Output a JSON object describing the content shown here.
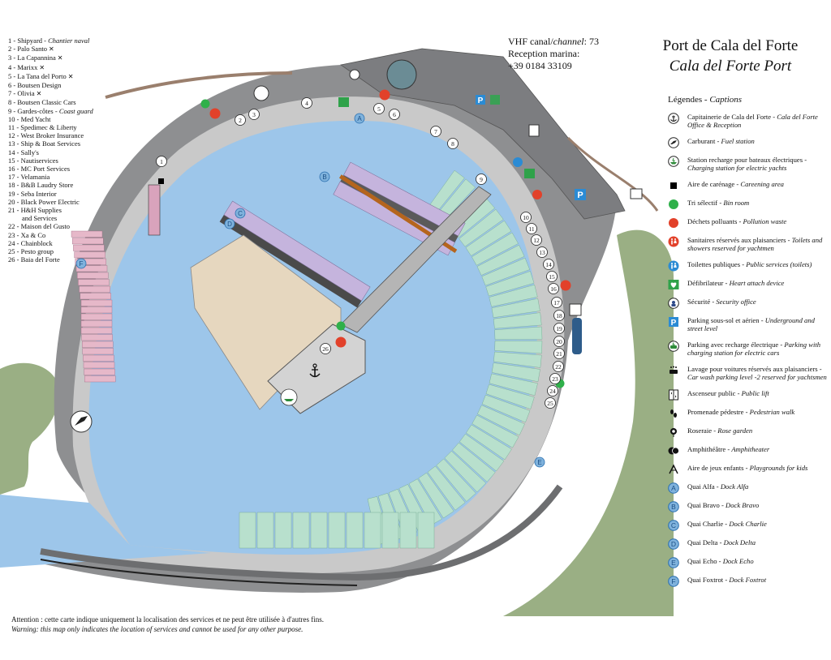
{
  "services": [
    {
      "num": "1",
      "fr": "Shipyard",
      "en": "Chantier naval",
      "rest": false
    },
    {
      "num": "2",
      "fr": "Palo Santo",
      "en": "",
      "rest": true
    },
    {
      "num": "3",
      "fr": "La Capannina",
      "en": "",
      "rest": true
    },
    {
      "num": "4",
      "fr": "Marixx",
      "en": "",
      "rest": true
    },
    {
      "num": "5",
      "fr": "La Tana del Porto",
      "en": "",
      "rest": true
    },
    {
      "num": "6",
      "fr": "Boutsen Design",
      "en": "",
      "rest": false
    },
    {
      "num": "7",
      "fr": "Olivia",
      "en": "",
      "rest": true
    },
    {
      "num": "8",
      "fr": "Boutsen Classic Cars",
      "en": "",
      "rest": false
    },
    {
      "num": "9",
      "fr": "Gardes-côtes",
      "en": "Coast guard",
      "rest": false
    },
    {
      "num": "10",
      "fr": "Med Yacht",
      "en": "",
      "rest": false
    },
    {
      "num": "11",
      "fr": "Spedimec & Liberty",
      "en": "",
      "rest": false
    },
    {
      "num": "12",
      "fr": "West Broker Insurance",
      "en": "",
      "rest": false
    },
    {
      "num": "13",
      "fr": "Ship & Boat Services",
      "en": "",
      "rest": false
    },
    {
      "num": "14",
      "fr": "Sally's",
      "en": "",
      "rest": false
    },
    {
      "num": "15",
      "fr": "Nautiservices",
      "en": "",
      "rest": false
    },
    {
      "num": "16",
      "fr": "MC Port Services",
      "en": "",
      "rest": false
    },
    {
      "num": "17",
      "fr": "Velamania",
      "en": "",
      "rest": false
    },
    {
      "num": "18",
      "fr": "B&B Laudry Store",
      "en": "",
      "rest": false
    },
    {
      "num": "19",
      "fr": "Seba Interior",
      "en": "",
      "rest": false
    },
    {
      "num": "20",
      "fr": "Black Power Electric",
      "en": "",
      "rest": false
    },
    {
      "num": "21",
      "fr": "H&H Supplies",
      "en": "",
      "rest": false,
      "cont": "and Services"
    },
    {
      "num": "22",
      "fr": "Maison del Gusto",
      "en": "",
      "rest": false
    },
    {
      "num": "23",
      "fr": "Xa & Co",
      "en": "",
      "rest": false
    },
    {
      "num": "24",
      "fr": "Chainblock",
      "en": "",
      "rest": false
    },
    {
      "num": "25",
      "fr": "Pesto group",
      "en": "",
      "rest": false
    },
    {
      "num": "26",
      "fr": "Baia del Forte",
      "en": "",
      "rest": false
    }
  ],
  "restaurant_icon": "fork-knife-icon",
  "vhf": {
    "line1_a": "VHF canal/",
    "line1_b": "channel",
    "line1_c": ": 73",
    "line2": "Reception marina:",
    "line3": "+39 0184 33109"
  },
  "title": {
    "fr": "Port de Cala del Forte",
    "en": "Cala del Forte Port"
  },
  "legend_title": {
    "fr": "Légendes",
    "en": "Captions"
  },
  "legend": [
    {
      "icon": "anchor-icon",
      "fr": "Capitainerie de Cala del Forte",
      "en": "Cala del Forte Office & Reception"
    },
    {
      "icon": "fuel-nozzle-icon",
      "fr": "Carburant",
      "en": "Fuel station"
    },
    {
      "icon": "boat-charging-icon",
      "fr": "Station recharge pour bateaux électriques",
      "en": "Charging station for electric yachts"
    },
    {
      "icon": "black-square-icon",
      "fr": "Aire de carénage",
      "en": "Careening area"
    },
    {
      "icon": "green-dot-icon",
      "fr": "Tri sélectif",
      "en": "Bin room"
    },
    {
      "icon": "red-dot-icon",
      "fr": "Déchets polluants",
      "en": "Pollution waste"
    },
    {
      "icon": "restroom-red-icon",
      "fr": "Sanitaires réservés aux plaisanciers",
      "en": "Toilets and showers reserved for yachtmen"
    },
    {
      "icon": "restroom-blue-icon",
      "fr": "Toilettes publiques",
      "en": "Public services (toilets)"
    },
    {
      "icon": "defibrillator-icon",
      "fr": "Défibrilateur",
      "en": "Heart attach device"
    },
    {
      "icon": "security-icon",
      "fr": "Sécurité",
      "en": "Security office"
    },
    {
      "icon": "parking-icon",
      "fr": "Parking sous-sol et aérien",
      "en": "Underground and street level"
    },
    {
      "icon": "ev-parking-icon",
      "fr": "Parking avec recharge électrique",
      "en": "Parking with charging station for electric cars"
    },
    {
      "icon": "car-wash-icon",
      "fr": "Lavage pour voitures réservés aux plaisanciers",
      "en": "Car wash parking level -2 reserved for yachtsmen"
    },
    {
      "icon": "elevator-icon",
      "fr": "Ascenseur public",
      "en": "Public lift"
    },
    {
      "icon": "footprints-icon",
      "fr": "Promenade pédestre",
      "en": "Pedestrian walk"
    },
    {
      "icon": "rose-icon",
      "fr": "Roseraie",
      "en": "Rose garden"
    },
    {
      "icon": "theater-masks-icon",
      "fr": "Amphithéâtre",
      "en": "Amphitheater"
    },
    {
      "icon": "playground-icon",
      "fr": "Aire de jeux enfants",
      "en": "Playgrounds for kids"
    },
    {
      "icon": "dock-a-icon",
      "fr": "Quai Alfa",
      "en": "Dock Alfa",
      "letter": "A"
    },
    {
      "icon": "dock-b-icon",
      "fr": "Quai Bravo",
      "en": "Dock Bravo",
      "letter": "B"
    },
    {
      "icon": "dock-c-icon",
      "fr": "Quai Charlie",
      "en": "Dock Charlie",
      "letter": "C"
    },
    {
      "icon": "dock-d-icon",
      "fr": "Quai Delta",
      "en": "Dock Delta",
      "letter": "D"
    },
    {
      "icon": "dock-e-icon",
      "fr": "Quai Echo",
      "en": "Dock Echo",
      "letter": "E"
    },
    {
      "icon": "dock-f-icon",
      "fr": "Quai Foxtrot",
      "en": "Dock Foxtrot",
      "letter": "F"
    }
  ],
  "warning": {
    "fr": "Attention : cette carte indique uniquement la localisation des services et ne peut être utilisée à d'autres fins.",
    "en": "Warning: this map only indicates the location of services and cannot be used for any other purpose."
  },
  "map_labels": {
    "dock_letters": [
      "A",
      "B",
      "C",
      "D",
      "E",
      "F"
    ],
    "service_numbers": [
      "1",
      "2",
      "3",
      "4",
      "5",
      "6",
      "7",
      "8",
      "9",
      "10",
      "11",
      "12",
      "13",
      "14",
      "15",
      "16",
      "17",
      "18",
      "19",
      "20",
      "21",
      "22",
      "23",
      "24",
      "25",
      "26"
    ]
  },
  "colors": {
    "water": "#9dc6ea",
    "land": "#8e8f91",
    "quay": "#c9c9c9",
    "green_area": "#9aaf84",
    "pink_berths": "#e6b8c9",
    "purple_berths": "#c5b4dd",
    "tan_berths": "#e6d7bf",
    "mint_berths": "#b8e0cd",
    "dock_badge": "#7fb2dc"
  }
}
